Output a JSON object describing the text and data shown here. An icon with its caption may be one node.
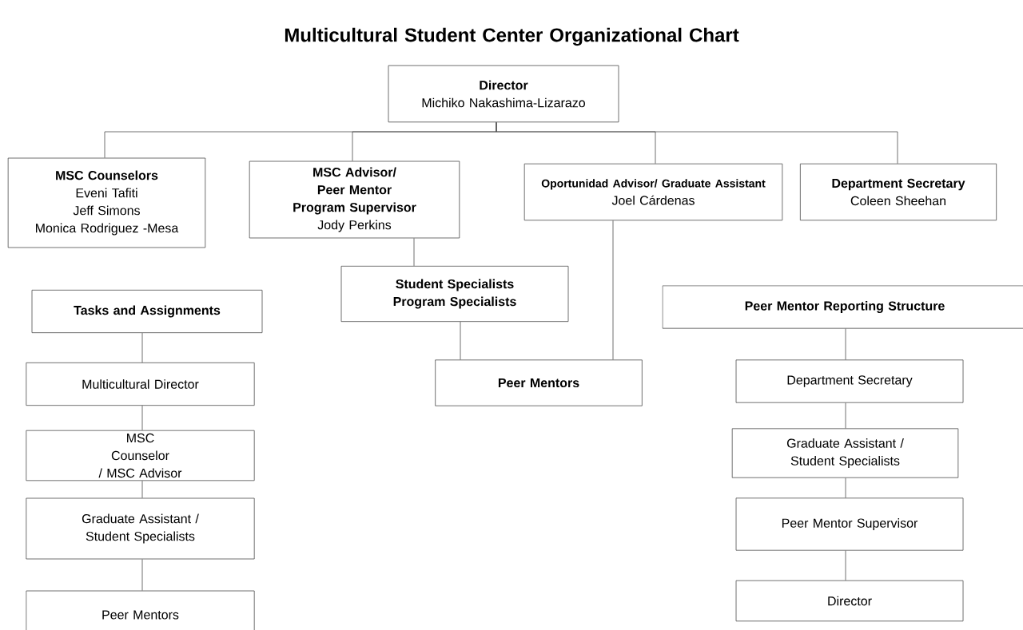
{
  "diagram": {
    "title": "Multicultural Student Center Organizational Chart",
    "nodes": [
      {
        "text": [
          "Director",
          "Michiko Nakashima-Lizarazo"
        ]
      },
      {
        "text": [
          "MSC Counselors",
          "Eveni Tafiti",
          "Jeff Simons",
          "Monica  Rodriguez -Mesa"
        ]
      },
      {
        "text": [
          "MSC Advisor/ Peer Mentor Program Supervisor",
          "Jody Perkins"
        ]
      },
      {
        "text": [
          "Oportunidad Advisor/ Graduate Assistant",
          "Joel Cárdenas"
        ]
      },
      {
        "text": [
          "Department Secretary",
          "Coleen Sheehan"
        ]
      },
      {
        "text": [
          "Student Specialists",
          "Program Specialists"
        ]
      },
      {
        "text": [
          "Peer Mentors"
        ]
      },
      {
        "text": [
          "Tasks and Assignments"
        ]
      },
      {
        "text": [
          "Multicultural Director"
        ]
      },
      {
        "text": [
          "MSC Counselor / MSC Advisor"
        ]
      },
      {
        "text": [
          "Graduate Assistant / Student Specialists"
        ]
      },
      {
        "text": [
          "Peer Mentors"
        ]
      },
      {
        "text": [
          "Peer Mentor Reporting Structure"
        ]
      },
      {
        "text": [
          "Department Secretary"
        ]
      },
      {
        "text": [
          "Graduate Assistant / Student Specialists"
        ]
      },
      {
        "text": [
          "Peer Mentor Supervisor"
        ]
      },
      {
        "text": [
          "Director"
        ]
      }
    ],
    "edges": [
      {
        "from": 0,
        "to": 1,
        "arrow": "none"
      },
      {
        "from": 0,
        "to": 2,
        "arrow": "none"
      },
      {
        "from": 0,
        "to": 3,
        "arrow": "none"
      },
      {
        "from": 0,
        "to": 4,
        "arrow": "none"
      },
      {
        "from": 2,
        "to": 5,
        "arrow": "none"
      },
      {
        "from": 5,
        "to": 6,
        "arrow": "none"
      },
      {
        "from": 3,
        "to": 6,
        "arrow": "none"
      },
      {
        "from": 7,
        "to": 8,
        "arrow": "none"
      },
      {
        "from": 8,
        "to": 9,
        "arrow": "none"
      },
      {
        "from": 9,
        "to": 10,
        "arrow": "none"
      },
      {
        "from": 10,
        "to": 11,
        "arrow": "none"
      },
      {
        "from": 12,
        "to": 13,
        "arrow": "none"
      },
      {
        "from": 13,
        "to": 14,
        "arrow": "none"
      },
      {
        "from": 14,
        "to": 15,
        "arrow": "none"
      },
      {
        "from": 15,
        "to": 16,
        "arrow": "none"
      }
    ]
  }
}
